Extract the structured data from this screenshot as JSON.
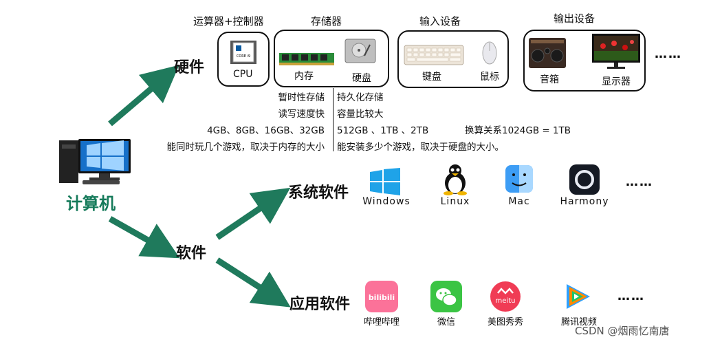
{
  "root": {
    "label": "计算机"
  },
  "hardware": {
    "label": "硬件",
    "groups": [
      {
        "title": "运算器+控制器",
        "items": [
          "CPU"
        ]
      },
      {
        "title": "存储器",
        "items": [
          "内存",
          "硬盘"
        ]
      },
      {
        "title": "输入设备",
        "items": [
          "键盘",
          "鼠标"
        ]
      },
      {
        "title": "输出设备",
        "items": [
          "音箱",
          "显示器"
        ]
      }
    ],
    "more": "……",
    "memory_notes": [
      "暂时性存储",
      "读写速度快",
      "4GB、8GB、16GB、32GB",
      "能同时玩几个游戏，取决于内存的大小"
    ],
    "disk_notes": [
      "持久化存储",
      "容量比较大",
      "512GB 、1TB 、2TB",
      "能安装多少个游戏，取决于硬盘的大小。"
    ],
    "conversion": "换算关系1024GB = 1TB"
  },
  "software": {
    "label": "软件",
    "system": {
      "label": "系统软件",
      "items": [
        "Windows",
        "Linux",
        "Mac",
        "Harmony"
      ],
      "more": "……"
    },
    "app": {
      "label": "应用软件",
      "items": [
        "哔哩哔哩",
        "微信",
        "美图秀秀",
        "腾讯视频"
      ],
      "more": "……"
    }
  },
  "icons": {
    "cpu_chip_text": "CORE i9",
    "bilibili_text": "bilibili",
    "meitu_text": "meitu"
  },
  "watermark": "CSDN @烟雨忆南唐",
  "colors": {
    "arrow": "#1f7a5c",
    "root_text": "#157a5a"
  }
}
